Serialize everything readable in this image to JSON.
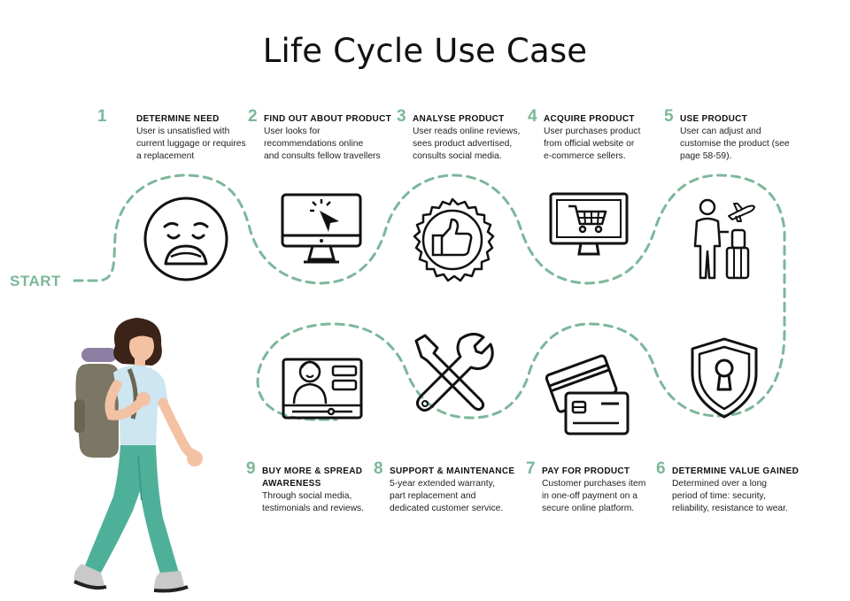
{
  "title": "Life Cycle Use Case",
  "start_label": "START",
  "accent_color": "#7cb79a",
  "steps": [
    {
      "num": "1",
      "title": "DETERMINE NEED",
      "lines": [
        "User is unsatisfied with",
        "current luggage or requires",
        "a replacement"
      ],
      "icon": "sad-face-icon"
    },
    {
      "num": "2",
      "title": "FIND OUT ABOUT PRODUCT",
      "lines": [
        "User looks for",
        "recommendations online",
        "and consults fellow travellers"
      ],
      "icon": "monitor-cursor-icon"
    },
    {
      "num": "3",
      "title": "ANALYSE PRODUCT",
      "lines": [
        "User reads online reviews,",
        "sees product advertised,",
        "consults social media."
      ],
      "icon": "thumbs-up-badge-icon"
    },
    {
      "num": "4",
      "title": "ACQUIRE PRODUCT",
      "lines": [
        "User purchases product",
        "from official website or",
        "e-commerce sellers."
      ],
      "icon": "shopping-cart-monitor-icon"
    },
    {
      "num": "5",
      "title": "USE PRODUCT",
      "lines": [
        "User can adjust and",
        "customise the product (see",
        "page 58-59)."
      ],
      "icon": "traveller-luggage-icon"
    },
    {
      "num": "6",
      "title": "DETERMINE VALUE GAINED",
      "lines": [
        "Determined over a long",
        "period of time: security,",
        "reliability, resistance to wear."
      ],
      "icon": "shield-keyhole-icon"
    },
    {
      "num": "7",
      "title": "PAY FOR PRODUCT",
      "lines": [
        "Customer purchases item",
        "in one-off payment on a",
        "secure online platform."
      ],
      "icon": "credit-cards-icon"
    },
    {
      "num": "8",
      "title": "SUPPORT & MAINTENANCE",
      "lines": [
        "5-year extended warranty,",
        "part replacement and",
        "dedicated customer service."
      ],
      "icon": "tools-icon"
    },
    {
      "num": "9",
      "title": "BUY MORE & SPREAD",
      "title2": "AWARENESS",
      "lines": [
        "Through social media,",
        "testimonials and reviews."
      ],
      "icon": "video-person-icon"
    }
  ]
}
